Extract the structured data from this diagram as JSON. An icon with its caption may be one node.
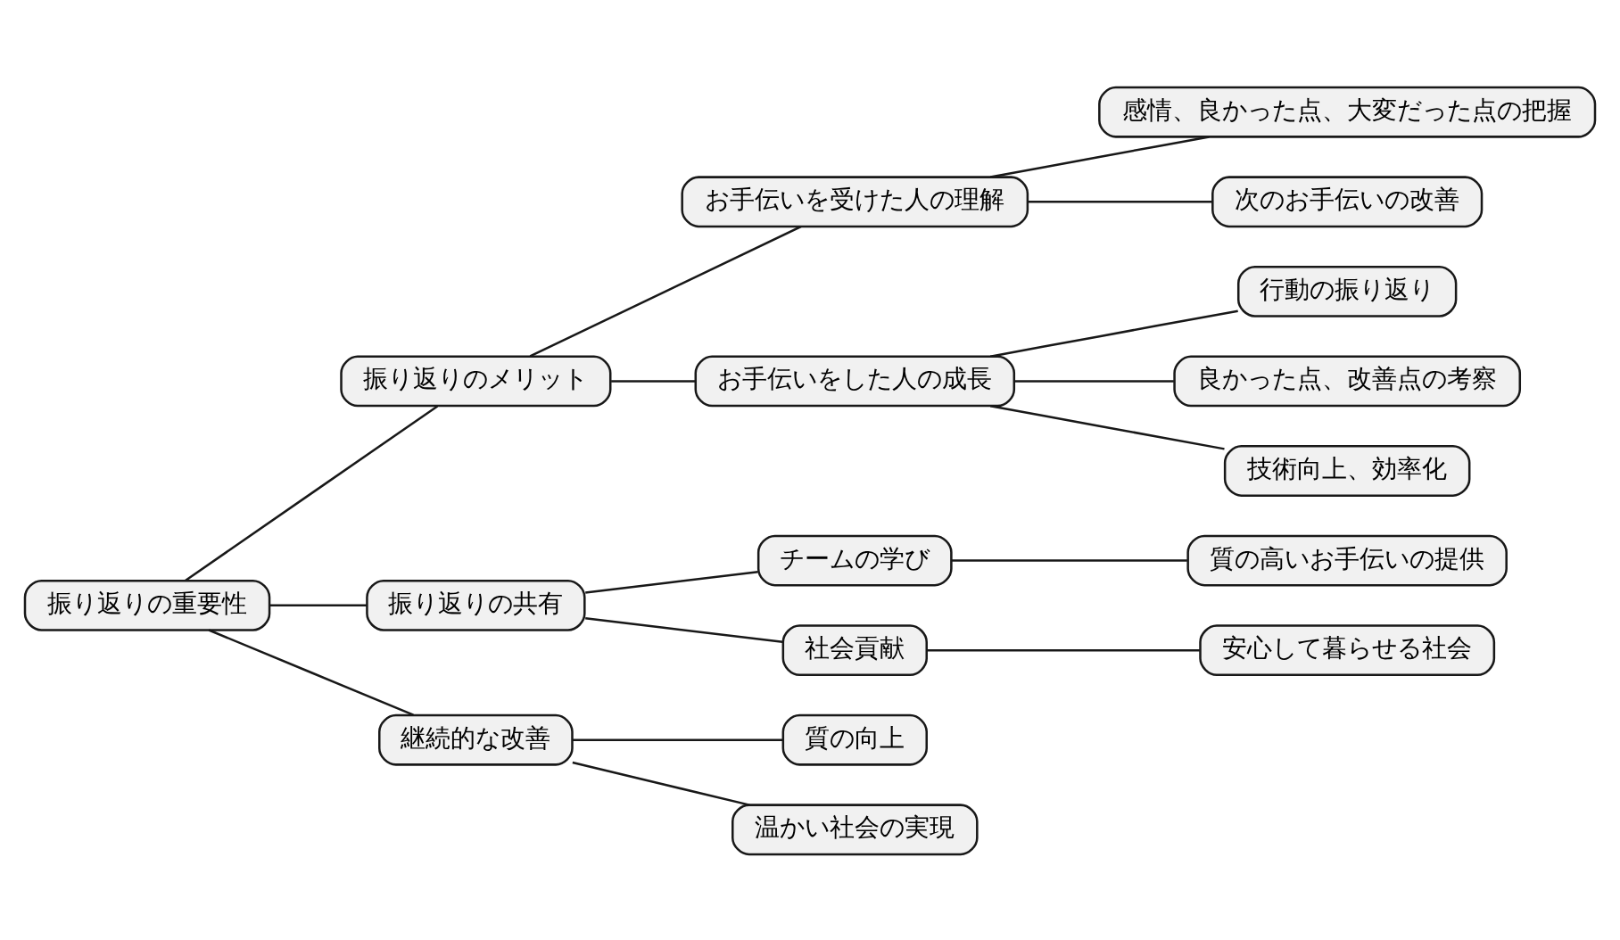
{
  "diagram": {
    "nodes": [
      {
        "text": [
          "振り返りの重要性"
        ]
      },
      {
        "text": [
          "振り返りのメリット"
        ]
      },
      {
        "text": [
          "お手伝いを受けた人の理解"
        ]
      },
      {
        "text": [
          "感情、良かった点、大変だった点の把握"
        ]
      },
      {
        "text": [
          "次のお手伝いの改善"
        ]
      },
      {
        "text": [
          "お手伝いをした人の成長"
        ]
      },
      {
        "text": [
          "行動の振り返り"
        ]
      },
      {
        "text": [
          "良かった点、改善点の考察"
        ]
      },
      {
        "text": [
          "技術向上、効率化"
        ]
      },
      {
        "text": [
          "振り返りの共有"
        ]
      },
      {
        "text": [
          "チームの学び"
        ]
      },
      {
        "text": [
          "質の高いお手伝いの提供"
        ]
      },
      {
        "text": [
          "社会貢献"
        ]
      },
      {
        "text": [
          "安心して暮らせる社会"
        ]
      },
      {
        "text": [
          "継続的な改善"
        ]
      },
      {
        "text": [
          "質の向上"
        ]
      },
      {
        "text": [
          "温かい社会の実現"
        ]
      }
    ],
    "edges": [
      {
        "from": 0,
        "to": 1,
        "arrow": "none"
      },
      {
        "from": 1,
        "to": 2,
        "arrow": "none"
      },
      {
        "from": 2,
        "to": 3,
        "arrow": "none"
      },
      {
        "from": 2,
        "to": 4,
        "arrow": "none"
      },
      {
        "from": 1,
        "to": 5,
        "arrow": "none"
      },
      {
        "from": 5,
        "to": 6,
        "arrow": "none"
      },
      {
        "from": 5,
        "to": 7,
        "arrow": "none"
      },
      {
        "from": 5,
        "to": 8,
        "arrow": "none"
      },
      {
        "from": 0,
        "to": 9,
        "arrow": "none"
      },
      {
        "from": 9,
        "to": 10,
        "arrow": "none"
      },
      {
        "from": 10,
        "to": 11,
        "arrow": "none"
      },
      {
        "from": 9,
        "to": 12,
        "arrow": "none"
      },
      {
        "from": 12,
        "to": 13,
        "arrow": "none"
      },
      {
        "from": 0,
        "to": 14,
        "arrow": "none"
      },
      {
        "from": 14,
        "to": 15,
        "arrow": "none"
      },
      {
        "from": 14,
        "to": 16,
        "arrow": "none"
      }
    ]
  }
}
